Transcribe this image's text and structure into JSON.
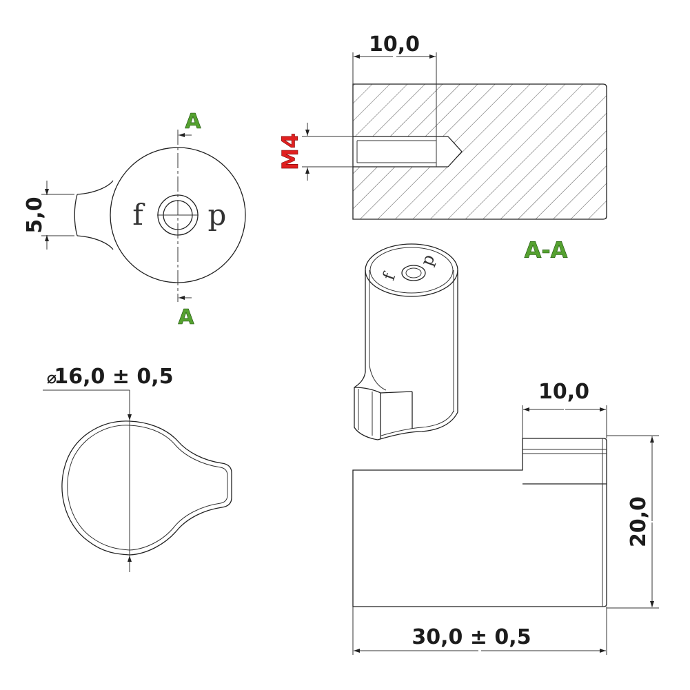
{
  "dimensions": {
    "top_depth": "10,0",
    "thread": "M4",
    "tab_width": "5,0",
    "diameter": "16,0 ± 0,5",
    "diameter_symbol": "⌀",
    "tab_length": "10,0",
    "height": "20,0",
    "length": "30,0 ± 0,5"
  },
  "section": {
    "marker_top": "A",
    "marker_bottom": "A",
    "label": "A-A"
  },
  "engraving": {
    "left": "f",
    "right": "p"
  },
  "colors": {
    "section_letters": "#55a130",
    "thread_callout": "#e02020",
    "lines": "#222222"
  }
}
